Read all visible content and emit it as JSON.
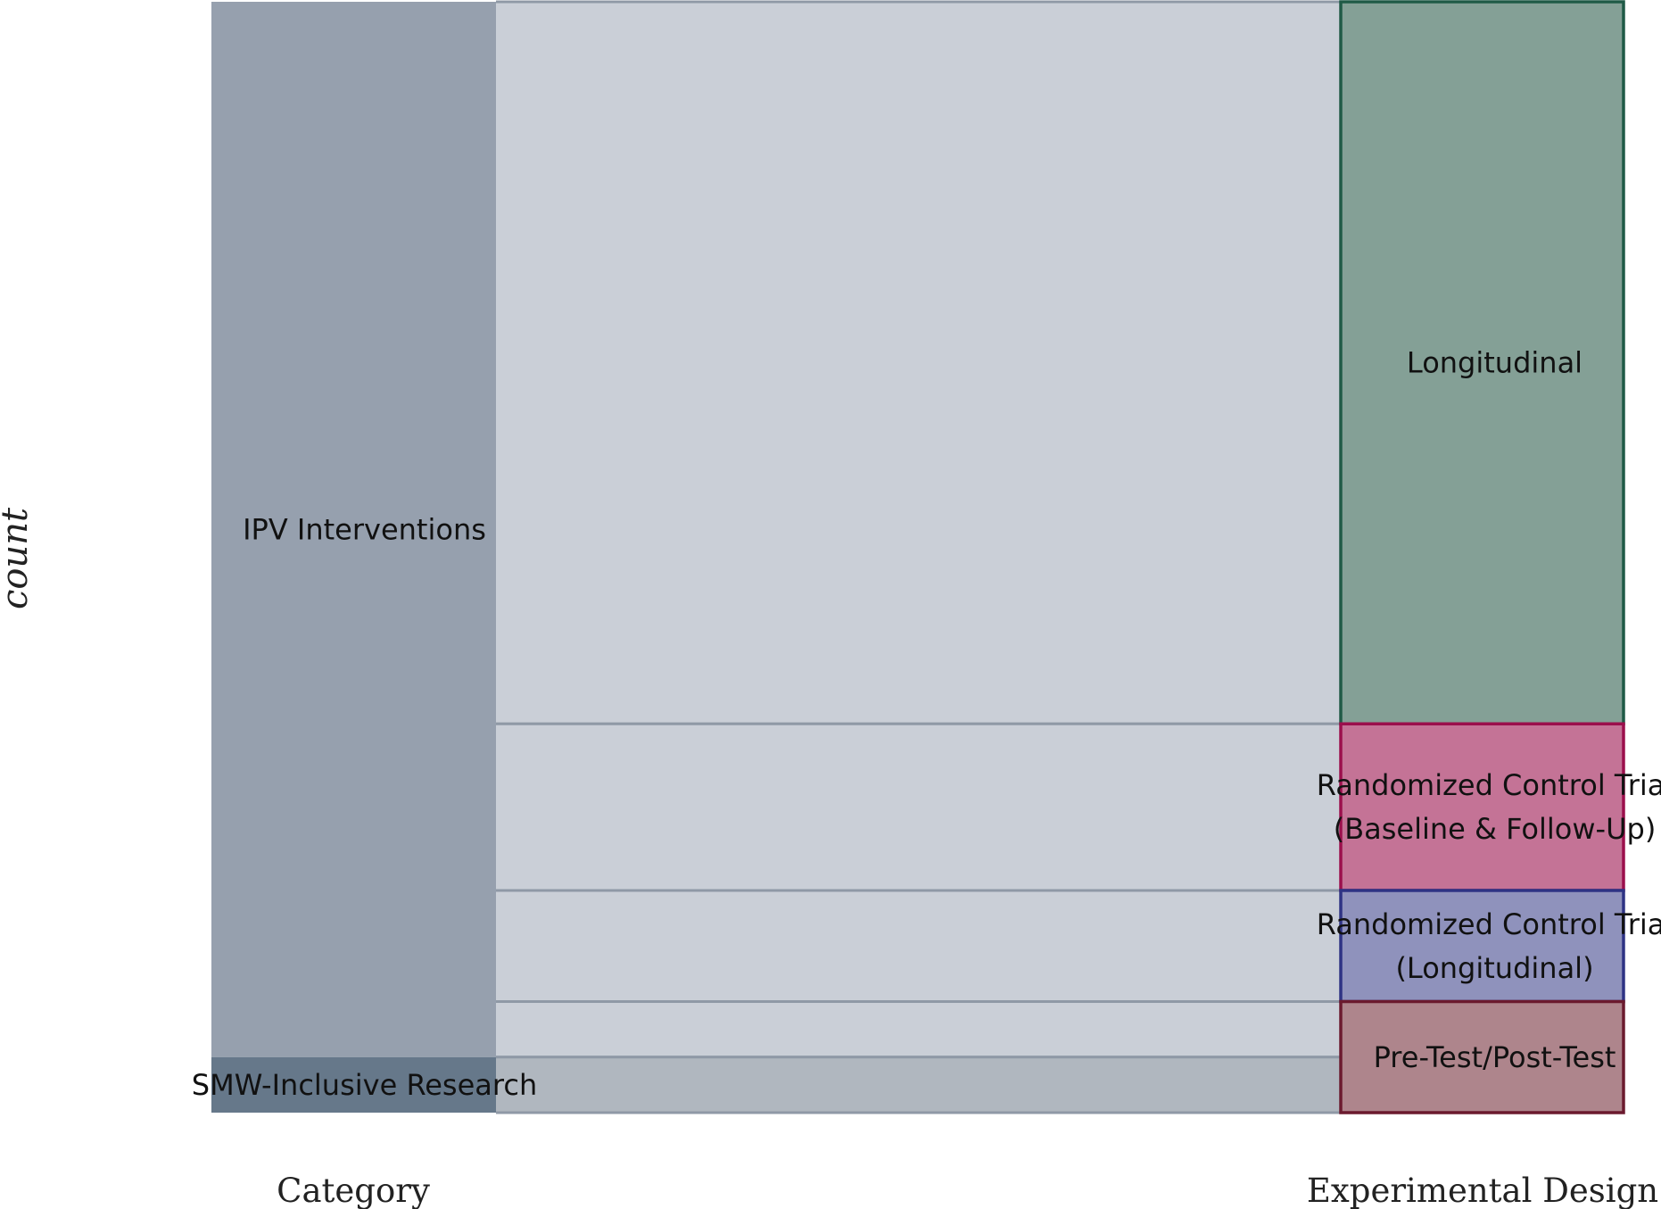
{
  "chart_data": {
    "type": "alluvial",
    "ylabel": "count",
    "axes": [
      "Category",
      "Experimental Design"
    ],
    "total": 20,
    "category_nodes": [
      {
        "label": "IPV Interventions",
        "value": 19,
        "fill": "#96a0ae"
      },
      {
        "label": "SMW-Inclusive Research",
        "value": 1,
        "fill": "#66788a"
      }
    ],
    "design_nodes": [
      {
        "lines": [
          "Longitudinal"
        ],
        "value": 13,
        "fill": "#84a096",
        "stroke": "#1f5a46"
      },
      {
        "lines": [
          "Randomized Control Trial",
          "(Baseline & Follow-Up)"
        ],
        "value": 3,
        "fill": "#c47396",
        "stroke": "#9b0f4c"
      },
      {
        "lines": [
          "Randomized Control Trial",
          "(Longitudinal)"
        ],
        "value": 2,
        "fill": "#8f92bc",
        "stroke": "#2e3384"
      },
      {
        "lines": [
          "Pre-Test/Post-Test"
        ],
        "value": 2,
        "fill": "#ae858c",
        "stroke": "#6b1a2e"
      }
    ],
    "flows": [
      {
        "from": "IPV Interventions",
        "to": "Longitudinal",
        "value": 13,
        "fill": "#cacfd7"
      },
      {
        "from": "IPV Interventions",
        "to": "Randomized Control Trial (Baseline & Follow-Up)",
        "value": 3,
        "fill": "#cacfd7"
      },
      {
        "from": "IPV Interventions",
        "to": "Randomized Control Trial (Longitudinal)",
        "value": 2,
        "fill": "#cacfd7"
      },
      {
        "from": "IPV Interventions",
        "to": "Pre-Test/Post-Test",
        "value": 1,
        "fill": "#cacfd7"
      },
      {
        "from": "SMW-Inclusive Research",
        "to": "Pre-Test/Post-Test",
        "value": 1,
        "fill": "#b0b7bf"
      }
    ],
    "flow_border": "#8f99a6"
  }
}
